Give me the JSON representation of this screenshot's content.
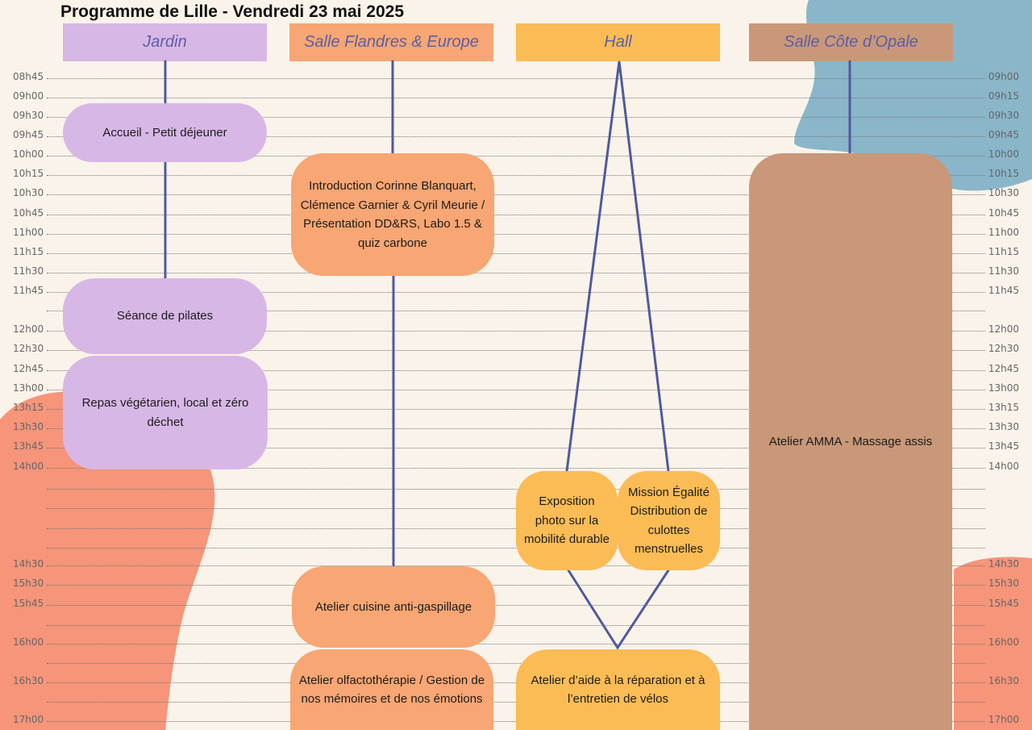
{
  "title": "Programme de Lille - Vendredi 23 mai 2025",
  "columns": {
    "jardin": "Jardin",
    "flandres": "Salle Flandres & Europe",
    "hall": "Hall",
    "opale": "Salle Côte d’Opale"
  },
  "times_left": [
    "08h45",
    "09h00",
    "09h30",
    "09h45",
    "10h00",
    "10h15",
    "10h30",
    "10h45",
    "11h00",
    "11h15",
    "11h30",
    "11h45",
    "",
    "12h00",
    "12h30",
    "12h45",
    "13h00",
    "13h15",
    "13h30",
    "13h45",
    "14h00",
    "",
    "",
    "",
    "",
    "14h30",
    "15h30",
    "15h45",
    "",
    "16h00",
    "",
    "16h30",
    "",
    "17h00"
  ],
  "times_right": [
    "09h00",
    "09h15",
    "09h30",
    "09h45",
    "10h00",
    "10h15",
    "10h30",
    "10h45",
    "11h00",
    "11h15",
    "11h30",
    "11h45",
    "",
    "12h00",
    "12h30",
    "12h45",
    "13h00",
    "13h15",
    "13h30",
    "13h45",
    "14h00",
    "",
    "",
    "",
    "",
    "14h30",
    "15h30",
    "15h45",
    "",
    "16h00",
    "",
    "16h30",
    "",
    "17h00"
  ],
  "events": {
    "accueil": "Accueil - Petit déjeuner",
    "pilates": "Séance de pilates",
    "repas": "Repas végétarien, local et zéro déchet",
    "intro": "Introduction Corinne Blanquart, Clémence Garnier & Cyril Meurie / Présentation DD&RS, Labo 1.5 & quiz carbone",
    "cuisine": "Atelier cuisine anti-gaspillage",
    "olfacto": "Atelier olfactothérapie / Gestion de nos mémoires et de nos émotions",
    "expo": "Exposition photo sur la mobilité durable",
    "mission": "Mission Égalité Distribution de culottes menstruelles",
    "velos": "Atelier d’aide à la réparation et à l’entretien de vélos",
    "amma": "Atelier AMMA - Massage assis"
  },
  "colors": {
    "background": "#faf3ea",
    "jardin": "#d8b7e6",
    "flandres": "#f8a673",
    "hall": "#fbbc55",
    "opale": "#c99878",
    "connector": "#4f5a9e",
    "header_text": "#5b5fa6"
  }
}
